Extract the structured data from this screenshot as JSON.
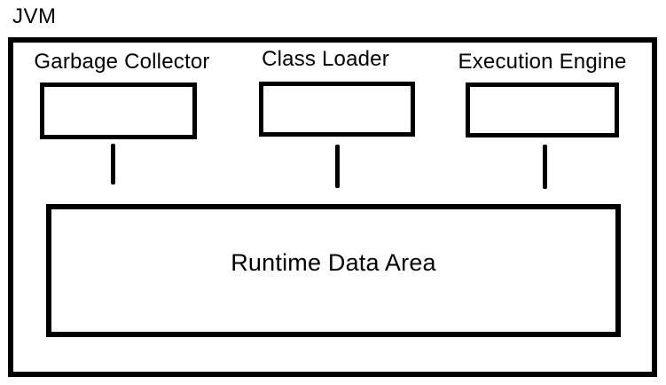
{
  "title": "JVM",
  "components": [
    {
      "id": "garbage-collector",
      "label": "Garbage Collector"
    },
    {
      "id": "class-loader",
      "label": "Class Loader"
    },
    {
      "id": "execution-engine",
      "label": "Execution Engine"
    }
  ],
  "runtime": {
    "label": "Runtime Data Area"
  },
  "colors": {
    "stroke": "#000000",
    "background": "#ffffff",
    "text": "#000000"
  }
}
